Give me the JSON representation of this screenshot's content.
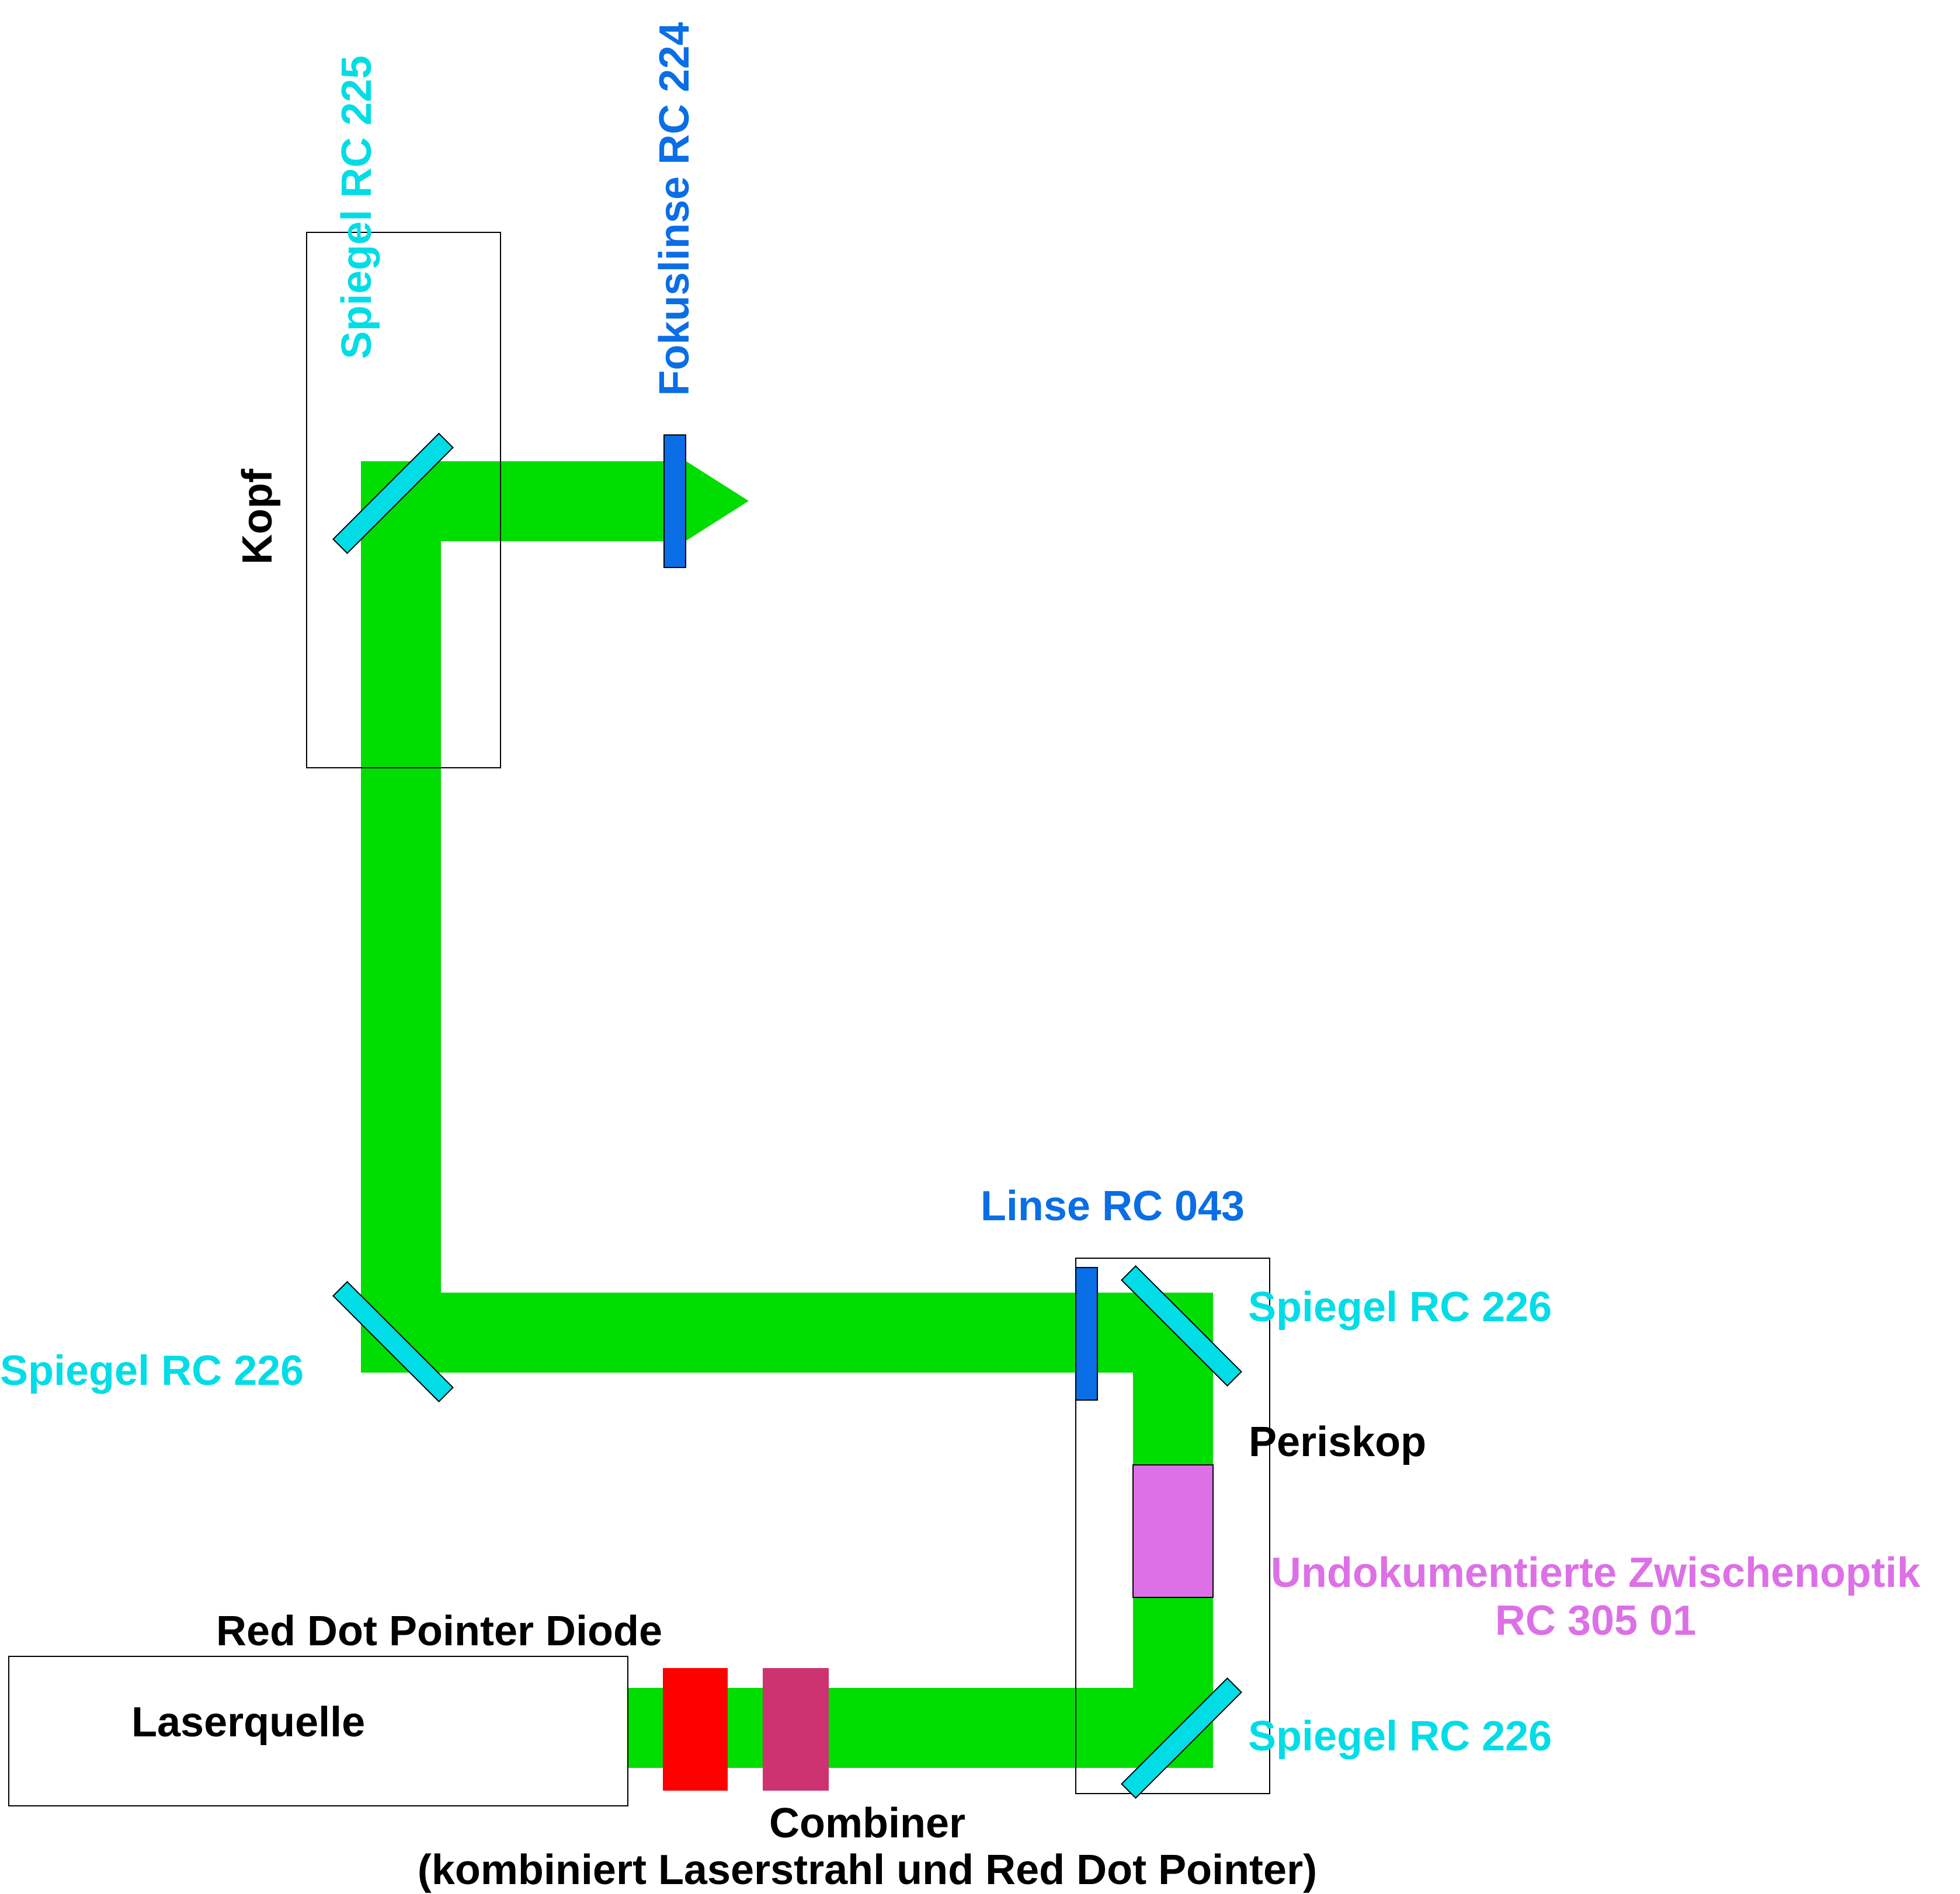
{
  "colors": {
    "beam": "#00dd00",
    "mirror": "#00dde6",
    "lens": "#0a6ee6",
    "red_dot_pointer_diode": "#ff0000",
    "combiner": "#cc3370",
    "intermediate_optics": "#dd70e6",
    "label_dark": "#000000"
  },
  "icons": {
    "mirror": "mirror-icon",
    "lens": "lens-icon"
  },
  "labels": {
    "kopf": "Kopf",
    "spiegel_rc225": "Spiegel RC 225",
    "fokuslinse": "Fokuslinse RC 224",
    "linse_rc043": "Linse RC 043",
    "spiegel_rc226_left": "Spiegel RC 226",
    "spiegel_rc226_top_right": "Spiegel RC 226",
    "spiegel_rc226_bottom_right": "Spiegel RC 226",
    "periskop": "Periskop",
    "zwischenoptik_line1": "Undokumentierte Zwischenoptik",
    "zwischenoptik_line2": "RC 305 01",
    "red_dot": "Red Dot  Pointer Diode",
    "laserquelle": "Laserquelle",
    "combiner_line1": "Combiner",
    "combiner_line2": "(kombiniert Laserstrahl und Red Dot Pointer)"
  }
}
